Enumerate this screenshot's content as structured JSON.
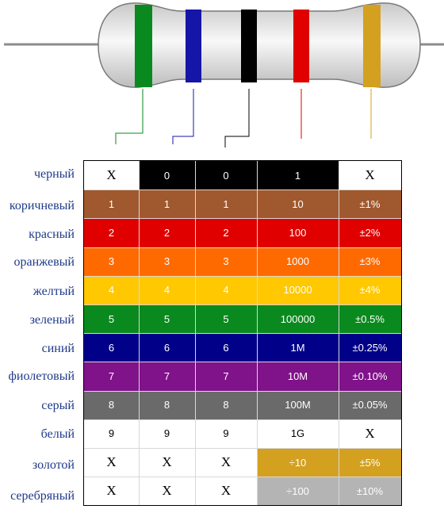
{
  "resistor": {
    "body_color": "#e4e4e4",
    "band_colors": [
      "#0a8a1e",
      "#1515a8",
      "#000000",
      "#e00000",
      "#d4a020"
    ],
    "lead_colors": [
      "#0a8a1e",
      "#1515a8",
      "#000000",
      "#e00000",
      "#d4a020"
    ]
  },
  "table": {
    "rows": [
      {
        "label": "черный",
        "bg": "#000000",
        "fg": "#ffffff",
        "cells": [
          {
            "t": "X",
            "bg": "#ffffff",
            "fg": "#000000"
          },
          {
            "t": "0"
          },
          {
            "t": "0"
          },
          {
            "t": "1"
          },
          {
            "t": "X",
            "bg": "#ffffff",
            "fg": "#000000"
          }
        ]
      },
      {
        "label": "коричневый",
        "bg": "#a0582e",
        "fg": "#ffffff",
        "cells": [
          {
            "t": "1"
          },
          {
            "t": "1"
          },
          {
            "t": "1"
          },
          {
            "t": "10"
          },
          {
            "t": "±1%"
          }
        ]
      },
      {
        "label": "красный",
        "bg": "#e00000",
        "fg": "#ffffff",
        "cells": [
          {
            "t": "2"
          },
          {
            "t": "2"
          },
          {
            "t": "2"
          },
          {
            "t": "100"
          },
          {
            "t": "±2%"
          }
        ]
      },
      {
        "label": "оранжевый",
        "bg": "#ff6a00",
        "fg": "#ffffff",
        "cells": [
          {
            "t": "3"
          },
          {
            "t": "3"
          },
          {
            "t": "3"
          },
          {
            "t": "1000"
          },
          {
            "t": "±3%"
          }
        ]
      },
      {
        "label": "желтый",
        "bg": "#ffc800",
        "fg": "#ffffff",
        "cells": [
          {
            "t": "4"
          },
          {
            "t": "4"
          },
          {
            "t": "4"
          },
          {
            "t": "10000"
          },
          {
            "t": "±4%"
          }
        ]
      },
      {
        "label": "зеленый",
        "bg": "#0a8a1e",
        "fg": "#ffffff",
        "cells": [
          {
            "t": "5"
          },
          {
            "t": "5"
          },
          {
            "t": "5"
          },
          {
            "t": "100000"
          },
          {
            "t": "±0.5%"
          }
        ]
      },
      {
        "label": "синий",
        "bg": "#000088",
        "fg": "#ffffff",
        "cells": [
          {
            "t": "6"
          },
          {
            "t": "6"
          },
          {
            "t": "6"
          },
          {
            "t": "1M"
          },
          {
            "t": "±0.25%"
          }
        ]
      },
      {
        "label": "фиолетовый",
        "bg": "#80128a",
        "fg": "#ffffff",
        "cells": [
          {
            "t": "7"
          },
          {
            "t": "7"
          },
          {
            "t": "7"
          },
          {
            "t": "10M"
          },
          {
            "t": "±0.10%"
          }
        ]
      },
      {
        "label": "серый",
        "bg": "#6a6a6a",
        "fg": "#ffffff",
        "cells": [
          {
            "t": "8"
          },
          {
            "t": "8"
          },
          {
            "t": "8"
          },
          {
            "t": "100M"
          },
          {
            "t": "±0.05%"
          }
        ]
      },
      {
        "label": "белый",
        "bg": "#ffffff",
        "fg": "#000000",
        "cells": [
          {
            "t": "9"
          },
          {
            "t": "9"
          },
          {
            "t": "9"
          },
          {
            "t": "1G"
          },
          {
            "t": "X"
          }
        ]
      },
      {
        "label": "золотой",
        "bg": "#ffffff",
        "fg": "#000000",
        "cells": [
          {
            "t": "X"
          },
          {
            "t": "X"
          },
          {
            "t": "X"
          },
          {
            "t": "÷10",
            "bg": "#d4a020",
            "fg": "#ffffff"
          },
          {
            "t": "±5%",
            "bg": "#d4a020",
            "fg": "#ffffff"
          }
        ]
      },
      {
        "label": "серебряный",
        "bg": "#ffffff",
        "fg": "#000000",
        "cells": [
          {
            "t": "X"
          },
          {
            "t": "X"
          },
          {
            "t": "X"
          },
          {
            "t": "÷100",
            "bg": "#b4b4b4",
            "fg": "#ffffff"
          },
          {
            "t": "±10%",
            "bg": "#b4b4b4",
            "fg": "#ffffff"
          }
        ]
      }
    ]
  }
}
